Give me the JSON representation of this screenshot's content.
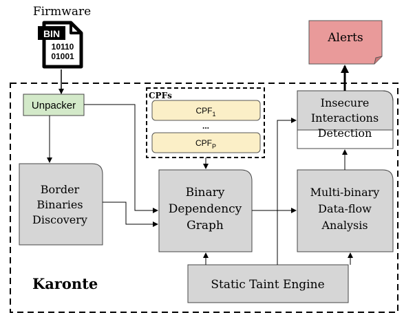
{
  "firmware": {
    "label": "Firmware",
    "badge": "BIN",
    "bits_line1": "10110",
    "bits_line2": "01001"
  },
  "alerts": {
    "label": "Alerts"
  },
  "unpacker": {
    "label": "Unpacker"
  },
  "cpfs": {
    "title": "CPFs",
    "first": {
      "base": "CPF",
      "sub": "1"
    },
    "ellipsis": "...",
    "last": {
      "base": "CPF",
      "sub": "P"
    }
  },
  "border_binaries": {
    "line1": "Border",
    "line2": "Binaries",
    "line3": "Discovery"
  },
  "bdg": {
    "line1": "Binary",
    "line2": "Dependency",
    "line3": "Graph"
  },
  "insecure": {
    "line1": "Insecure",
    "line2": "Interactions",
    "line3": "Detection"
  },
  "dataflow": {
    "line1": "Multi-binary",
    "line2": "Data-flow",
    "line3": "Analysis"
  },
  "taint": {
    "label": "Static Taint Engine"
  },
  "system": {
    "label": "Karonte"
  },
  "colors": {
    "unpacker": "#d3e9c9",
    "alerts": "#e99a9a",
    "cpf": "#fbefc7",
    "module": "#d6d6d6"
  }
}
